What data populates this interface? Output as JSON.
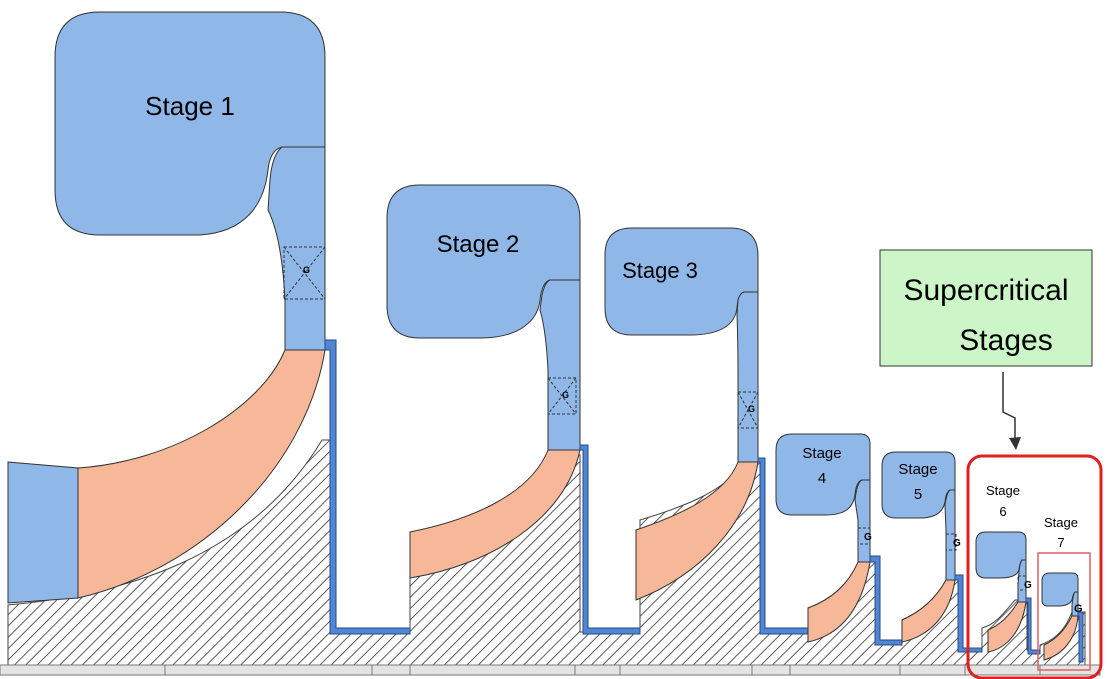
{
  "stages": [
    {
      "id": "stage-1",
      "label": "Stage 1",
      "gap_label": "G"
    },
    {
      "id": "stage-2",
      "label": "Stage 2",
      "gap_label": "G"
    },
    {
      "id": "stage-3",
      "label": "Stage 3",
      "gap_label": "G"
    },
    {
      "id": "stage-4",
      "label_line1": "Stage",
      "label_line2": "4",
      "gap_label": "G"
    },
    {
      "id": "stage-5",
      "label_line1": "Stage",
      "label_line2": "5",
      "gap_label": "G"
    },
    {
      "id": "stage-6",
      "label_line1": "Stage",
      "label_line2": "6",
      "gap_label": "G"
    },
    {
      "id": "stage-7",
      "label_line1": "Stage",
      "label_line2": "7",
      "gap_label": "G"
    }
  ],
  "callout": {
    "line1": "Supercritical",
    "line2": "Stages"
  },
  "colors": {
    "volute": "#8fb8e8",
    "impeller": "#f6b898",
    "shaft_hatch": "#3a3a3a",
    "channel": "#4f86d6",
    "callout_bg": "#ccf5c8",
    "highlight": "#e02020"
  }
}
